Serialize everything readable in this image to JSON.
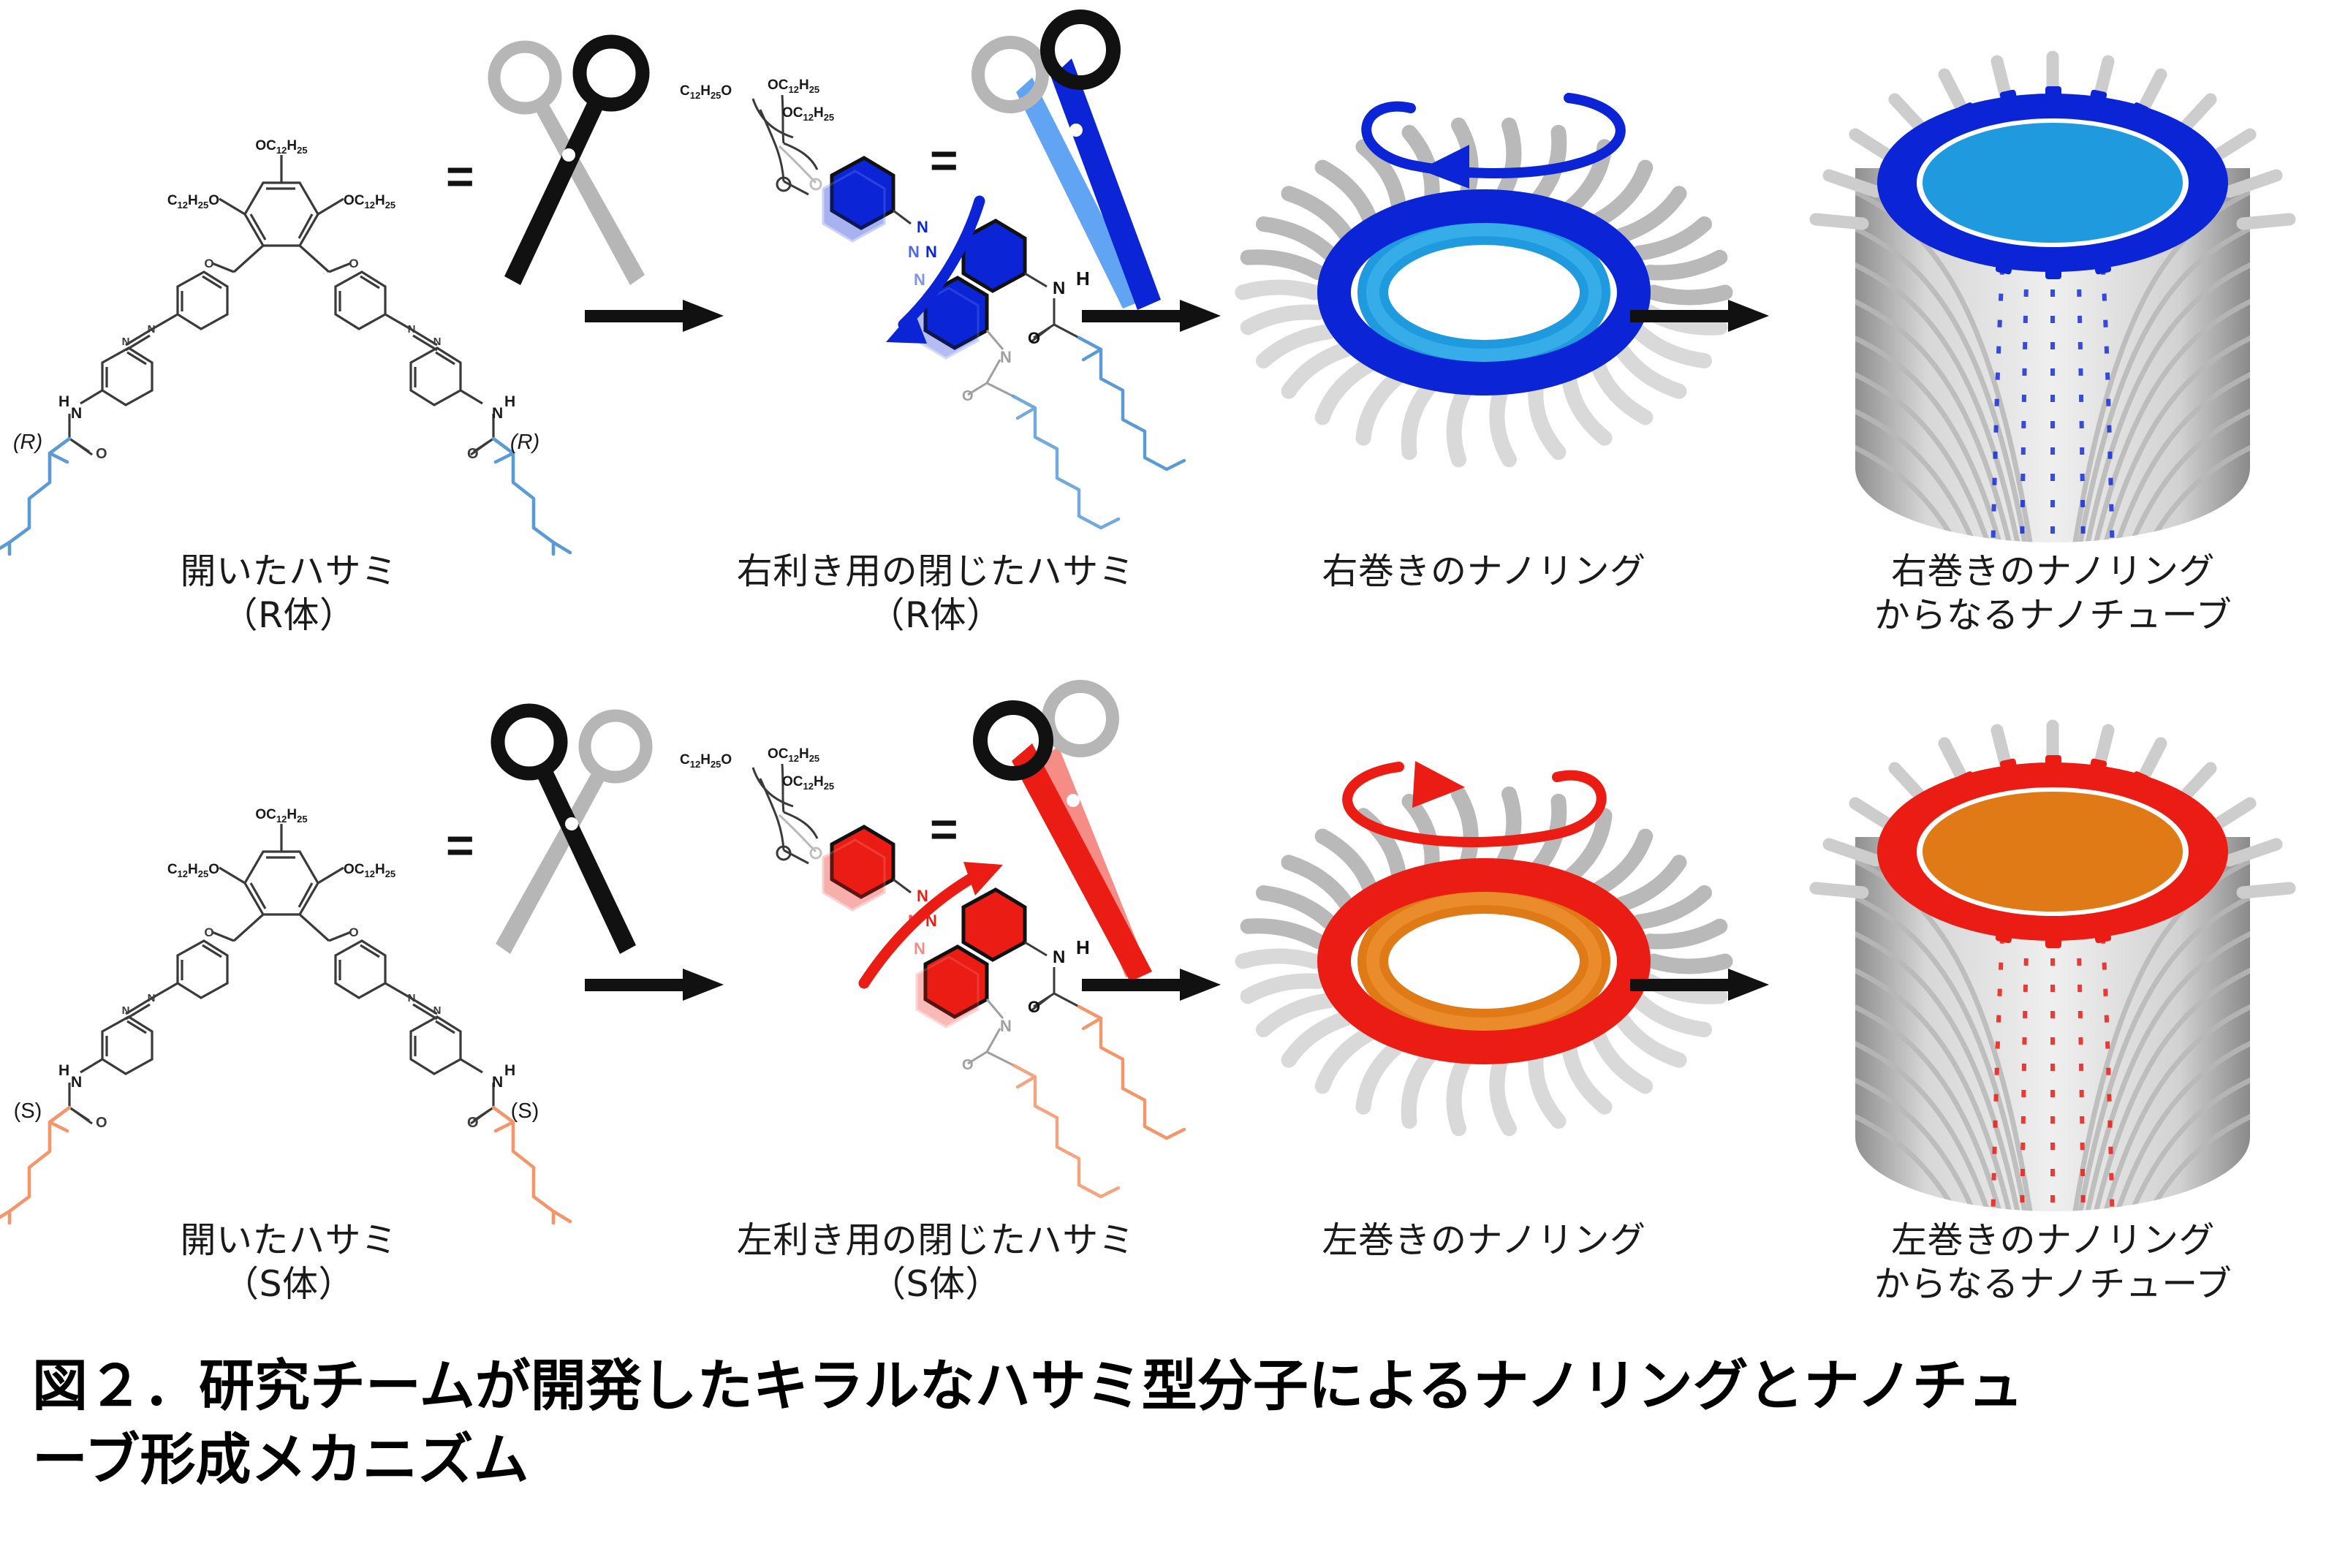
{
  "figure": {
    "caption": "図２．研究チームが開発したキラルなハサミ型分子によるナノリングとナノチューブ形成メカニズム",
    "caption_line1": "図２．研究チームが開発したキラルなハサミ型分子によるナノリングとナノチュ",
    "caption_line2": "ーブ形成メカニズム"
  },
  "equals_symbol": "=",
  "rows": [
    {
      "id": "R",
      "stereo_label": "(R)",
      "accent_color": "#0a24d6",
      "accent_light": "#1f9ade",
      "chain_color": "#5b9bd5",
      "panels": [
        {
          "label": "開いたハサミ\n（R体）",
          "label_line1": "開いたハサミ",
          "label_line2": "（R体）",
          "art": "open-scissors-molecule"
        },
        {
          "label": "右利き用の閉じたハサミ\n（R体）",
          "label_line1": "右利き用の閉じたハサミ",
          "label_line2": "（R体）",
          "art": "closed-scissors-molecule"
        },
        {
          "label": "右巻きのナノリング",
          "label_line1": "右巻きのナノリング",
          "label_line2": "",
          "art": "nanoring"
        },
        {
          "label": "右巻きのナノリング\nからなるナノチューブ",
          "label_line1": "右巻きのナノリング",
          "label_line2": "からなるナノチューブ",
          "art": "nanotube"
        }
      ]
    },
    {
      "id": "S",
      "stereo_label": "(S)",
      "accent_color": "#ea1c14",
      "accent_light": "#e07a17",
      "chain_color": "#f4956a",
      "panels": [
        {
          "label": "開いたハサミ\n（S体）",
          "label_line1": "開いたハサミ",
          "label_line2": "（S体）",
          "art": "open-scissors-molecule"
        },
        {
          "label": "左利き用の閉じたハサミ\n（S体）",
          "label_line1": "左利き用の閉じたハサミ",
          "label_line2": "（S体）",
          "art": "closed-scissors-molecule"
        },
        {
          "label": "左巻きのナノリング",
          "label_line1": "左巻きのナノリング",
          "label_line2": "",
          "art": "nanoring"
        },
        {
          "label": "左巻きのナノリング\nからなるナノチューブ",
          "label_line1": "左巻きのナノリング",
          "label_line2": "からなるナノチューブ",
          "art": "nanotube"
        }
      ]
    }
  ],
  "chemistry": {
    "alkoxy_left": "C12H25O",
    "alkoxy_top": "OC12H25",
    "alkoxy_right": "OC12H25",
    "amide_H": "H",
    "amide_N": "N",
    "carbonyl_O": "O",
    "azo_N": "N"
  },
  "colors": {
    "blue_dark": "#0a24d6",
    "blue_light": "#1f9ade",
    "blue_chain": "#5b9bd5",
    "red": "#ea1c14",
    "orange": "#e07a17",
    "orange_chain": "#f4956a",
    "gray_light": "#c9c9c9",
    "gray_mid": "#9a9a9a",
    "black": "#111111"
  }
}
